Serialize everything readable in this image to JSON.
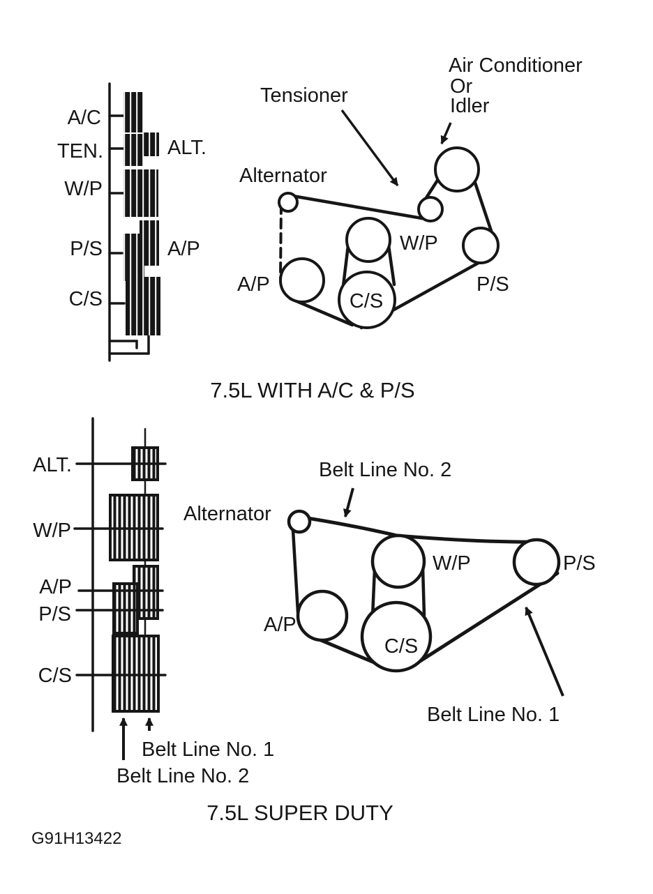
{
  "colors": {
    "ink": "#161616",
    "paper": "#ffffff"
  },
  "figure_code": "G91H13422",
  "d1": {
    "caption": "7.5L WITH A/C & P/S",
    "side": {
      "ac": "A/C",
      "ten": "TEN.",
      "wp": "W/P",
      "ps": "P/S",
      "cs": "C/S",
      "alt": "ALT.",
      "ap": "A/P"
    },
    "front": {
      "tensioner": "Tensioner",
      "ac1": "Air Conditioner",
      "ac2": "Or",
      "ac3": "Idler",
      "alternator": "Alternator",
      "wp": "W/P",
      "ap": "A/P",
      "cs": "C/S",
      "ps": "P/S"
    }
  },
  "d2": {
    "caption": "7.5L SUPER DUTY",
    "side": {
      "alt": "ALT.",
      "wp": "W/P",
      "ap": "A/P",
      "ps": "P/S",
      "cs": "C/S",
      "belt1": "Belt Line No. 1",
      "belt2": "Belt Line No. 2"
    },
    "front": {
      "alternator": "Alternator",
      "belt2": "Belt Line No. 2",
      "belt1": "Belt Line No. 1",
      "wp": "W/P",
      "ps": "P/S",
      "ap": "A/P",
      "cs": "C/S"
    }
  }
}
